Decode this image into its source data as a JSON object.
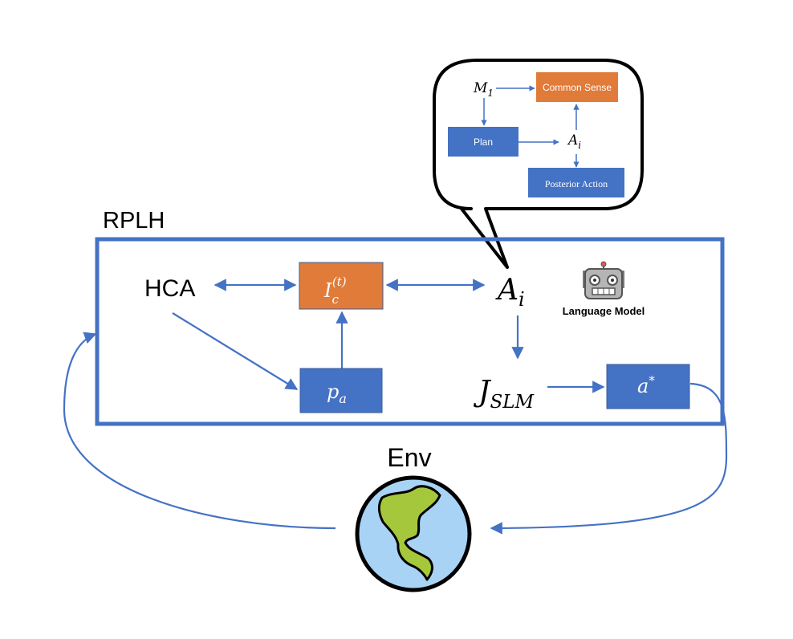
{
  "labels": {
    "rplh": "RPLH",
    "hca": "HCA",
    "env": "Env",
    "language_model": "Language Model"
  },
  "math": {
    "ic_base": "I",
    "ic_sub": "c",
    "ic_sup": "(t)",
    "ai_base": "A",
    "ai_sub": "i",
    "pa_base": "p",
    "pa_sub": "a",
    "jslm_base": "J",
    "jslm_sub": "SLM",
    "astar_base": "a",
    "astar_sup": "*"
  },
  "bubble": {
    "m1_base": "M",
    "m1_sub": "1",
    "common_sense": "Common Sense",
    "plan": "Plan",
    "ai_base": "A",
    "ai_sub": "i",
    "posterior_action": "Posterior Action"
  },
  "colors": {
    "blue_box": "#4472c4",
    "orange_box": "#e07b39",
    "frame": "#4472c4",
    "arrow": "#4472c4",
    "globe_ocean": "#a9d3f5",
    "globe_land": "#a5c73c"
  },
  "icons": [
    "robot-icon",
    "globe-icon"
  ]
}
